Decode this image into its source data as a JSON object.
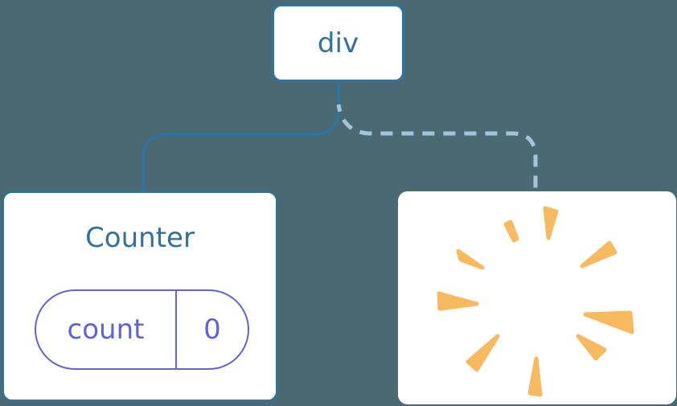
{
  "canvas": {
    "background_color": "#4b6973"
  },
  "colors": {
    "card_bg": "#ffffff",
    "node_border": "#2e74a3",
    "node_text": "#337199",
    "solid_link": "#2e74a3",
    "dashed_link": "#a3c4db",
    "state_accent": "#5f63d9",
    "poof": "#f8ba5f"
  },
  "tree": {
    "root": {
      "label": "div"
    },
    "children": [
      {
        "kind": "component",
        "title": "Counter",
        "state": {
          "name": "count",
          "value": "0"
        },
        "link_style": "solid"
      },
      {
        "kind": "removed-component",
        "icon": "poof-burst-icon",
        "link_style": "dashed"
      }
    ]
  }
}
